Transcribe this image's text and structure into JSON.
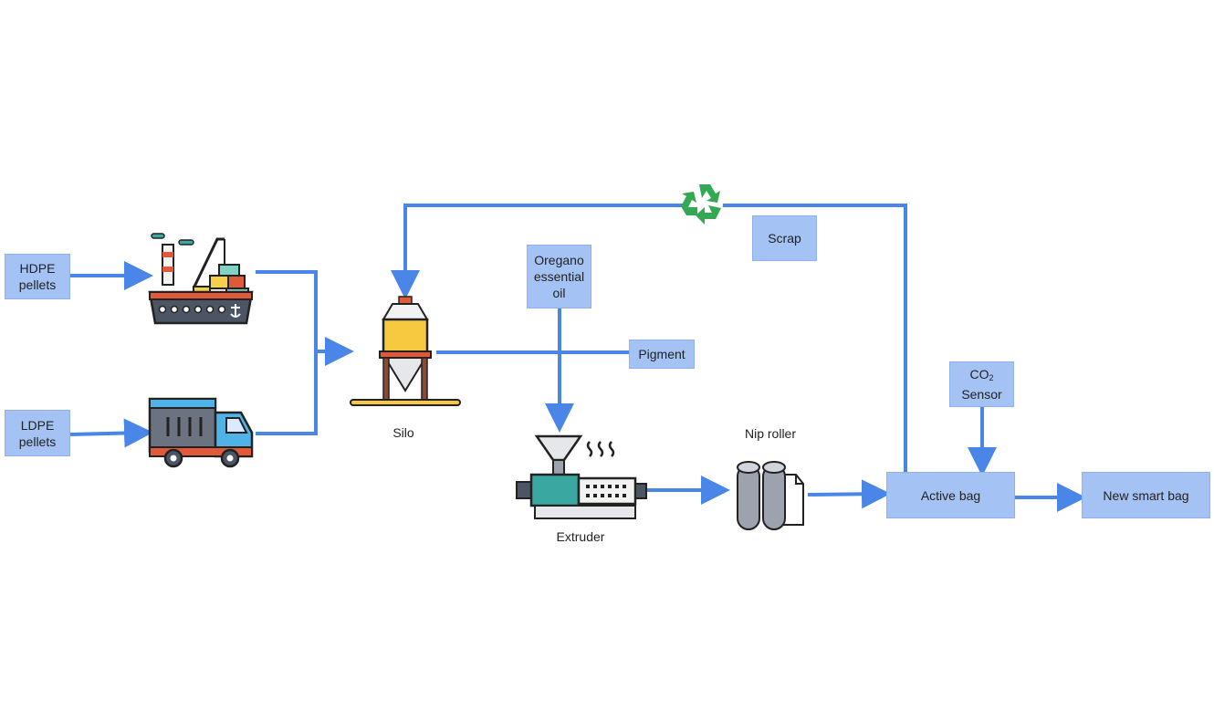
{
  "diagram": {
    "inputs": {
      "hdpe": "HDPE\npellets",
      "ldpe": "LDPE\npellets"
    },
    "additives": {
      "oregano": "Oregano\nessential\noil",
      "pigment": "Pigment",
      "scrap": "Scrap",
      "co2_main": "CO",
      "co2_sub": "2",
      "co2_line2": "Sensor"
    },
    "equipment": {
      "silo": "Silo",
      "extruder": "Extruder",
      "nip_roller": "Nip roller"
    },
    "products": {
      "active_bag": "Active bag",
      "new_smart_bag": "New smart bag"
    },
    "icons": [
      "cargo-ship-icon",
      "truck-icon",
      "silo-icon",
      "extruder-icon",
      "nip-roller-icon",
      "recycle-icon"
    ],
    "colors": {
      "arrow": "#4a86e8",
      "box": "#a4c2f4",
      "recycle": "#34a853"
    }
  }
}
